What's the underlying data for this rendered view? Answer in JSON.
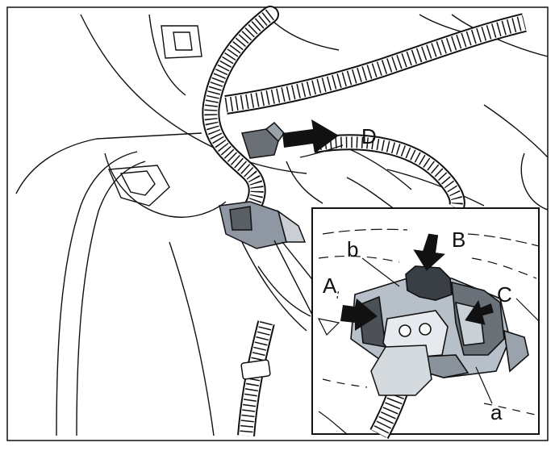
{
  "labels": {
    "A": "A",
    "B": "B",
    "C": "C",
    "D": "D",
    "a": "a",
    "b": "b"
  },
  "colors": {
    "line": "#111111",
    "connector_fill": "#a9b3bd",
    "connector_dark": "#5a5f66",
    "background": "#ffffff"
  }
}
